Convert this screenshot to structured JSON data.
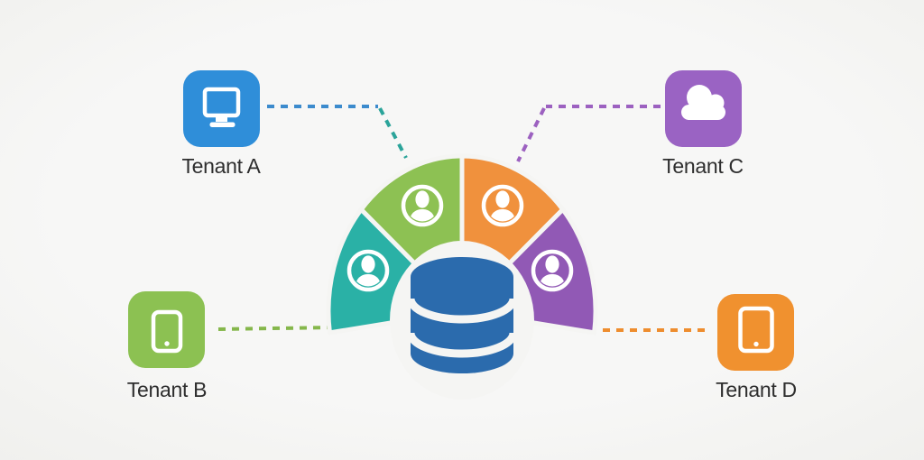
{
  "canvas": {
    "background": "#f5f5f3"
  },
  "tenants": [
    {
      "label": "Tenant A",
      "tile_color": "#2f8ed9",
      "icon": "desktop-monitor-icon"
    },
    {
      "label": "Tenant B",
      "tile_color": "#8cc152",
      "icon": "smartphone-icon"
    },
    {
      "label": "Tenant C",
      "tile_color": "#9a63c3",
      "icon": "cloud-icon"
    },
    {
      "label": "Tenant D",
      "tile_color": "#f0912f",
      "icon": "tablet-icon"
    }
  ],
  "hub": {
    "segments": [
      {
        "name": "teal",
        "color": "#2ab1a6",
        "icon": "user-icon"
      },
      {
        "name": "green",
        "color": "#8dc153",
        "icon": "user-icon"
      },
      {
        "name": "orange",
        "color": "#f0913d",
        "icon": "user-icon"
      },
      {
        "name": "purple",
        "color": "#9159b5",
        "icon": "user-icon"
      }
    ],
    "database": {
      "icon": "database-icon",
      "color": "#2b6bad"
    }
  },
  "connectors": [
    {
      "id": "tenant-a-horizontal",
      "color": "#3c8bcd"
    },
    {
      "id": "tenant-a-diagonal",
      "color": "#2ba49a"
    },
    {
      "id": "tenant-b",
      "color": "#85b74b"
    },
    {
      "id": "tenant-c-horizontal",
      "color": "#9c61c0"
    },
    {
      "id": "tenant-c-diagonal",
      "color": "#9c61c0"
    },
    {
      "id": "tenant-d",
      "color": "#ee8d2e"
    }
  ]
}
